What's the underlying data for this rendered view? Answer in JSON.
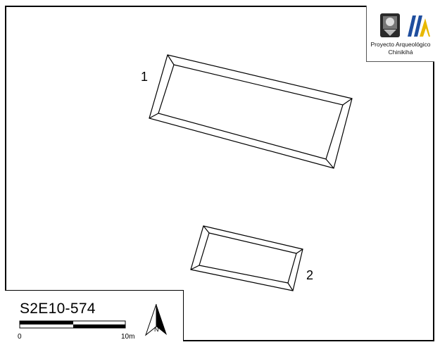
{
  "logo": {
    "line1": "Proyecto Arqueológico",
    "line2": "Chinikihá",
    "university_seal_icon": "university-seal",
    "project_logo_icon": "iia-logo",
    "accent_color": "#e8b800",
    "logo_blue": "#1f4e9e"
  },
  "features": [
    {
      "label": "1"
    },
    {
      "label": "2"
    }
  ],
  "legend": {
    "site_code": "S2E10-574",
    "scale_start": "0",
    "scale_end": "10m",
    "north_label": "N"
  }
}
